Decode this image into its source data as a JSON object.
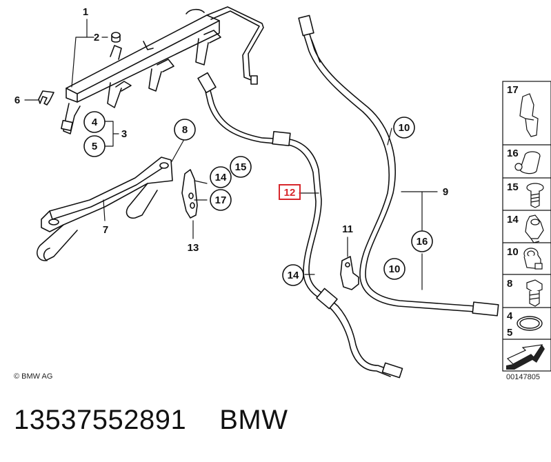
{
  "diagram": {
    "callouts": {
      "c1": "1",
      "c2": "2",
      "c3": "3",
      "c4": "4",
      "c5": "5",
      "c6": "6",
      "c7": "7",
      "c8": "8",
      "c9": "9",
      "c10a": "10",
      "c10b": "10",
      "c11": "11",
      "c12": "12",
      "c13": "13",
      "c14a": "14",
      "c14b": "14",
      "c15": "15",
      "c16": "16",
      "c17": "17"
    },
    "highlight_color": "#d7262b"
  },
  "side_panel": {
    "items": [
      {
        "label": "17",
        "icon": "clamp-icon"
      },
      {
        "label": "16",
        "icon": "sleeve-icon"
      },
      {
        "label": "15",
        "icon": "screw-icon"
      },
      {
        "label": "14",
        "icon": "clip-icon"
      },
      {
        "label": "10",
        "icon": "hose-clamp-icon"
      },
      {
        "label": "8",
        "icon": "bolt-icon"
      },
      {
        "label": "4",
        "icon": "o-ring-icon"
      },
      {
        "label": "5",
        "icon": ""
      }
    ],
    "legend_icon": "arrow-symbol-icon"
  },
  "copyright": "© BMW AG",
  "doc_number": "00147805",
  "caption": {
    "part_number": "13537552891",
    "brand": "BMW"
  }
}
